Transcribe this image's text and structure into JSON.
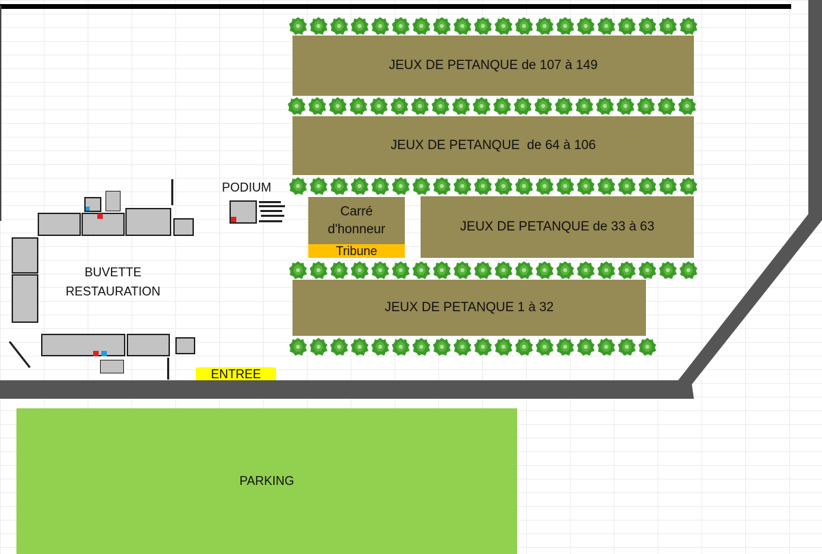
{
  "colors": {
    "field": "#968a55",
    "tree": "#3c9a2a",
    "road": "#555555",
    "parking": "#92d050",
    "entree": "#ffff00",
    "tribune": "#ffc000",
    "booth": "#c3c3c3",
    "fire_marker": "#e02020",
    "water_marker": "#1e9be8"
  },
  "fields": [
    {
      "id": "field-107-149",
      "label": "JEUX DE PETANQUE de 107 à 149"
    },
    {
      "id": "field-64-106",
      "label": "JEUX DE PETANQUE  de 64 à 106"
    },
    {
      "id": "field-33-63",
      "label": "JEUX DE PETANQUE de 33 à 63"
    },
    {
      "id": "field-1-32",
      "label": "JEUX DE PETANQUE 1 à 32"
    }
  ],
  "carre_honneur": {
    "label": "Carré\nd'honneur",
    "tribune_label": "Tribune"
  },
  "podium": {
    "label": "PODIUM"
  },
  "buvette": {
    "line1": "BUVETTE",
    "line2": "RESTAURATION"
  },
  "entree": {
    "label": "ENTREE"
  },
  "parking": {
    "label": "PARKING"
  },
  "tree_rows": [
    {
      "count": 20
    },
    {
      "count": 20
    },
    {
      "count": 20
    },
    {
      "count": 20
    },
    {
      "count": 18
    }
  ]
}
